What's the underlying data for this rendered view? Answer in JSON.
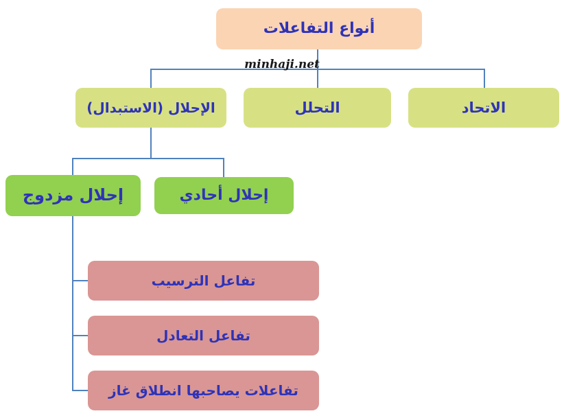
{
  "watermark": "minhaji.net",
  "diagram": {
    "title_node": {
      "label": "أنواع التفاعلات",
      "bg": "#fbd4b4"
    },
    "level2": [
      {
        "label": "الاتحاد",
        "bg": "#d7e184"
      },
      {
        "label": "التحلل",
        "bg": "#d7e184"
      },
      {
        "label": "الإحلال (الاستبدال)",
        "bg": "#d7e184"
      }
    ],
    "level3": [
      {
        "label": "إحلال أحادي",
        "bg": "#92d050"
      },
      {
        "label": "إحلال مزدوج",
        "bg": "#92d050"
      }
    ],
    "level4": [
      {
        "label": "تفاعل الترسيب",
        "bg": "#d99694"
      },
      {
        "label": "تفاعل التعادل",
        "bg": "#d99694"
      },
      {
        "label": "تفاعلات يصاحبها انطلاق غاز",
        "bg": "#d99694"
      }
    ],
    "colors": {
      "root_bg": "#fbd4b4",
      "level2_bg": "#d7e184",
      "level3_bg": "#92d050",
      "level4_bg": "#d99694",
      "text": "#2e33b8",
      "connector": "#4f81bd"
    }
  }
}
